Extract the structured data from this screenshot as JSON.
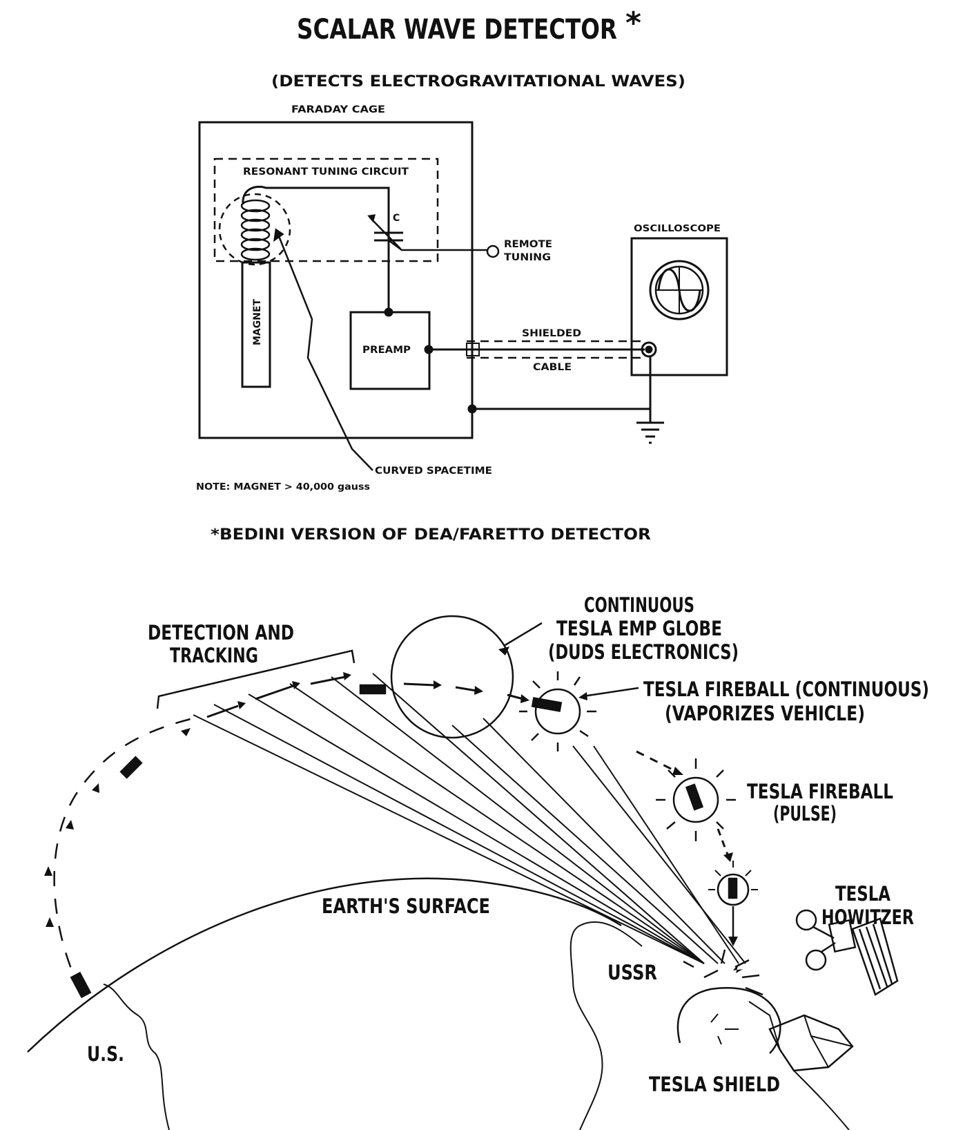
{
  "title": "SCALAR WAVE DETECTOR",
  "title_mark": "*",
  "subtitle": "(DETECTS ELECTROGRAVITATIONAL WAVES)",
  "detector": {
    "faraday_cage": "FARADAY CAGE",
    "resonant_tuning_circuit": "RESONANT TUNING CIRCUIT",
    "capacitor": "C",
    "remote_tuning_line1": "REMOTE",
    "remote_tuning_line2": "TUNING",
    "magnet": "MAGNET",
    "preamp": "PREAMP",
    "oscilloscope": "OSCILLOSCOPE",
    "shielded": "SHIELDED",
    "cable": "CABLE",
    "curved_spacetime": "CURVED SPACETIME",
    "note": "NOTE:  MAGNET > 40,000 gauss",
    "footnote": "*BEDINI VERSION OF DEA/FARETTO DETECTOR"
  },
  "scenario": {
    "detection_line1": "DETECTION AND",
    "detection_line2": "TRACKING",
    "emp_line1": "CONTINUOUS",
    "emp_line2": "TESLA EMP GLOBE",
    "emp_line3": "(DUDS ELECTRONICS)",
    "fireball_cont_line1": "TESLA FIREBALL (CONTINUOUS)",
    "fireball_cont_line2": "(VAPORIZES VEHICLE)",
    "fireball_pulse_line1": "TESLA FIREBALL",
    "fireball_pulse_line2": "(PULSE)",
    "howitzer_line1": "TESLA",
    "howitzer_line2": "HOWITZER",
    "earth_surface": "EARTH'S SURFACE",
    "ussr": "USSR",
    "us": "U.S.",
    "shield": "TESLA SHIELD"
  }
}
